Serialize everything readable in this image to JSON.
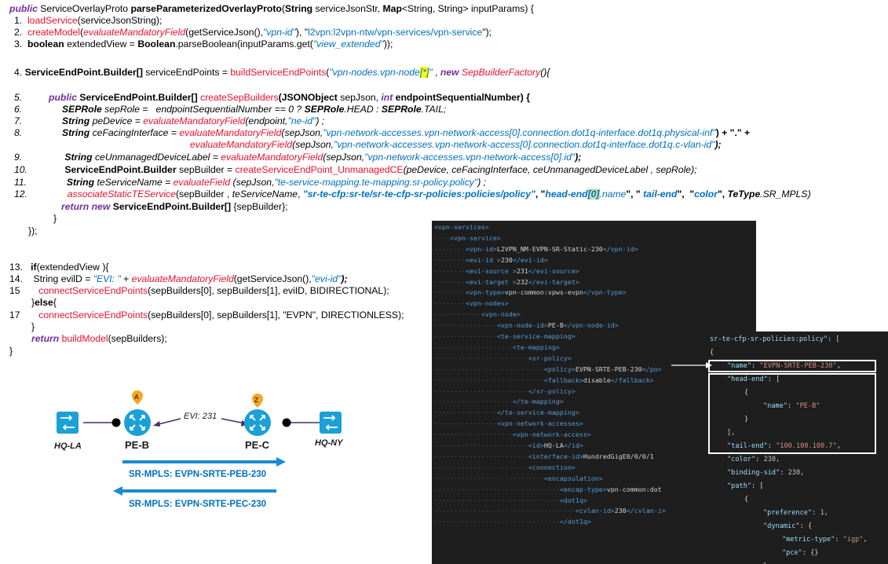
{
  "code": {
    "signature": {
      "public": "public",
      "ret": "ServiceOverlayProto",
      "name": "parseParameterizedOverlayProto",
      "open": "(",
      "t1": "String",
      "p1": " serviceJsonStr, ",
      "t2": "Map",
      "p2": "<String, String> inputParams) {"
    },
    "l1": {
      "num": "1.",
      "fn": "loadService",
      "rest": "(serviceJsonString);"
    },
    "l2": {
      "num": "2.",
      "fn": "createModel",
      "open": "(",
      "fn2": "evaluateMandatoryField",
      "args": "(getServiceJson(),",
      "s1": "\"vpn-id\"",
      "comma": "), \"",
      "s2": "l2vpn:l2vpn-ntw/vpn-services/vpn-service",
      "end": "\");"
    },
    "l3": {
      "num": "3.",
      "t": "boolean",
      "mid": " extendedView = ",
      "t2": "Boolean",
      "rest": ".parseBoolean(inputParams.get(",
      "s": "\"view_extended\"",
      "end": "));"
    },
    "l4": {
      "num": "4.",
      "t": "ServiceEndPoint.Builder[]",
      "mid": " serviceEndPoints = ",
      "fn": "buildServiceEndPoints",
      "open": "(",
      "s": "\"vpn-nodes.vpn-node",
      "hl": "[*]",
      "s2": "\"",
      "comma": " , ",
      "kw": "new",
      "fn2": "SepBuilderFactory",
      "end": "(){"
    },
    "l5": {
      "num": "5.",
      "kw": "public",
      "t": " ServiceEndPoint.Builder[]",
      "fn": "createSepBuilders",
      "args": "(JSONObject",
      " sep": " sepJson, ",
      "kw2": "int",
      "end": " endpointSequentialNumber) {"
    },
    "l6": {
      "num": "6.",
      "t": "SEPRole",
      "rest": " sepRole =   endpointSequentialNumber == 0 ? ",
      "t2": "SEPRole",
      "r2": ".HEAD : ",
      "t3": "SEPRole",
      "r3": ".TAIL;"
    },
    "l7": {
      "num": "7.",
      "t": "String",
      "rest": " peDevice = ",
      "fn": "evaluateMandatoryField",
      "args": "(endpoint,",
      "s": "\"ne-id\"",
      "end": ") ;"
    },
    "l8": {
      "num": "8.",
      "t": "String",
      "rest": " ceFacingInterface = ",
      "fn": "evaluateMandatoryField",
      "args": "(sepJson,",
      "s": "\"vpn-network-accesses.vpn-network-access[0].connection.dot1q-interface.dot1q.physical-inf\"",
      "end": ") + \".\" +"
    },
    "l8b": {
      "fn": "evaluateMandatoryField",
      "args": "(sepJson,",
      "s": "\"vpn-network-accesses.vpn-network-access[0].connection.dot1q-interface.dot1q.c-vlan-id\"",
      "end": ");"
    },
    "l9": {
      "num": "9.",
      "t": "String",
      "rest": " ceUnmanagedDeviceLabel = ",
      "fn": "evaluateMandatoryField",
      "args": "(sepJson,",
      "s": "\"vpn-network-accesses.vpn-network-access[0].id\"",
      "end": ");"
    },
    "l10": {
      "num": "10.",
      "t": "ServiceEndPoint.Builder",
      "rest": " sepBuilder = ",
      "fn": "createServiceEndPoint_UnmanagedCE",
      "end": "(peDevice, ceFacingInterface, ceUnmanagedDeviceLabel , sepRole);"
    },
    "l11": {
      "num": "11.",
      "t": "String",
      "rest": " teServiceName = ",
      "fn": "evaluateField",
      "args": " (sepJson,",
      "s": "\"te-service-mapping.te-mapping.sr-policy.policy\"",
      "end": ") ;"
    },
    "l12": {
      "num": "12.",
      "fn": "associateStaticTEService",
      "args": "(sepBuilder , ",
      "p": "teServiceName",
      "c": ", ",
      "s": "\"sr-te-cfp:sr-te/sr-te-cfp-sr-policies:policies/policy\"",
      "c2": ", \"",
      "s2a": "head-end",
      "hl": "[0]",
      "s2b": ".name",
      "c3": "\", \" ",
      "s3": "tail-end",
      "c4": "\",  \"",
      "s4": "color",
      "c5": "\", ",
      "t": "TeType",
      "end": ".SR_MPLS)"
    },
    "ret": {
      "kw": "return",
      "kw2": "new",
      "t": "ServiceEndPoint.Builder[]",
      "end": " {sepBuilder};"
    },
    "close1": "}",
    "close2": "});",
    "l13": {
      "num": "13.",
      "kw": "if",
      "rest": "(extendedView ){"
    },
    "l14": {
      "num": "14.",
      "rest": "String evilD = ",
      "s": "\"EVI: \"",
      "plus": " + ",
      "fn": "evaluateMandatoryField",
      "args": "(getServiceJson(),",
      "s2": "\"evi-id\"",
      "end": ");"
    },
    "l15": {
      "num": "15",
      "fn": "connectServiceEndPoints",
      "end": "(sepBuilders[0], sepBuilders[1], eviID, BIDIRECTIONAL);"
    },
    "l16": {
      "b1": "}",
      "kw": "else",
      "b2": "{"
    },
    "l17": {
      "num": "17",
      "fn": "connectServiceEndPoints",
      "end": "(sepBuilders[0], sepBuilders[1], \"EVPN\", DIRECTIONLESS);"
    },
    "close3": "}",
    "retline": {
      "kw": "return",
      "fn": "buildModel",
      "end": "(sepBuilders);"
    },
    "close4": "}"
  },
  "xml": [
    {
      "i": 0,
      "open": "vpn-services",
      "val": "",
      "close": ""
    },
    {
      "i": 1,
      "open": "vpn-service",
      "val": "",
      "close": ""
    },
    {
      "i": 2,
      "open": "vpn-id",
      "val": "L2VPN_NM-EVPN-SR-Static-230",
      "close": "vpn-id"
    },
    {
      "i": 2,
      "open": "evi-id ",
      "val": "230",
      "close": "evi-id"
    },
    {
      "i": 2,
      "open": "evi-source ",
      "val": "231",
      "close": "evi-source"
    },
    {
      "i": 2,
      "open": "evi-target ",
      "val": "232",
      "close": "evi-target"
    },
    {
      "i": 2,
      "open": "vpn-type",
      "val": "vpn-common:vpws-evpn",
      "close": "vpn-type"
    },
    {
      "i": 2,
      "open": "vpn-nodes",
      "val": "",
      "close": ""
    },
    {
      "i": 3,
      "open": "vpn-node",
      "val": "",
      "close": ""
    },
    {
      "i": 4,
      "open": "vpn-node-id",
      "val": "PE-B",
      "close": "vpn-node-id"
    },
    {
      "i": 4,
      "open": "te-service-mapping",
      "val": "",
      "close": ""
    },
    {
      "i": 5,
      "open": "te-mapping",
      "val": "",
      "close": ""
    },
    {
      "i": 6,
      "open": "sr-policy",
      "val": "",
      "close": ""
    },
    {
      "i": 7,
      "open": "policy",
      "val": "EVPN-SRTE-PEB-230",
      "close": "po"
    },
    {
      "i": 7,
      "open": "fallback",
      "val": "disable",
      "close": "fallback"
    },
    {
      "i": 6,
      "open": "",
      "val": "",
      "close": "sr-policy"
    },
    {
      "i": 5,
      "open": "",
      "val": "",
      "close": "te-mapping"
    },
    {
      "i": 4,
      "open": "",
      "val": "",
      "close": "te-service-mapping"
    },
    {
      "i": 4,
      "open": "vpn-network-accesses",
      "val": "",
      "close": ""
    },
    {
      "i": 5,
      "open": "vpn-network-access",
      "val": "",
      "close": ""
    },
    {
      "i": 6,
      "open": "id",
      "val": "HQ-LA",
      "close": "id"
    },
    {
      "i": 6,
      "open": "interface-id",
      "val": "HundredGigE0/0/0/1",
      "close": ""
    },
    {
      "i": 6,
      "open": "connection",
      "val": "",
      "close": ""
    },
    {
      "i": 7,
      "open": "encapsulation",
      "val": "",
      "close": ""
    },
    {
      "i": 8,
      "open": "encap-type",
      "val": "vpn-common:dot",
      "close": ""
    },
    {
      "i": 8,
      "open": "dot1q",
      "val": "",
      "close": ""
    },
    {
      "i": 9,
      "open": "cvlan-id",
      "val": "230",
      "close": "cvlan-i"
    },
    {
      "i": 8,
      "open": "",
      "val": "",
      "close": "dot1q"
    }
  ],
  "json_panel": {
    "l0": "sr-te-cfp-sr-policies:policy\": [",
    "l1": "{",
    "name_key": "\"name\"",
    "name_val": "\"EVPN-SRTE-PEB-230\"",
    "head_key": "\"head-end\"",
    "open_arr": "[",
    "open_obj": "{",
    "inner_name_key": "\"name\"",
    "inner_name_val": "\"PE-B\"",
    "close_obj": "}",
    "close_arr": "],",
    "tail_key": "\"tail-end\"",
    "tail_val": "\"100.100.100.7\"",
    "color_key": "\"color\"",
    "color_val": "230",
    "bsid_key": "\"binding-sid\"",
    "bsid_val": "230",
    "path_key": "\"path\"",
    "pref_key": "\"preference\"",
    "pref_val": "1",
    "dyn_key": "\"dynamic\"",
    "metric_key": "\"metric-type\"",
    "metric_val": "\"igp\"",
    "pce_key": "\"pce\"",
    "pce_val": "{}",
    "close_inner": "}",
    "close_last": "}"
  },
  "topology": {
    "hq_la": "HQ-LA",
    "hq_ny": "HQ-NY",
    "pe_b": "PE-B",
    "pe_c": "PE-C",
    "badge_a": "A",
    "badge_z": "Z",
    "evi": "EVI: 231",
    "sr1": "SR-MPLS: EVPN-SRTE-PEB-230",
    "sr2": "SR-MPLS: EVPN-SRTE-PEC-230"
  },
  "colors": {
    "code_red": "#e8112d",
    "code_blue": "#0070c0",
    "keyword": "#7030a0",
    "router": "#1ba0d7",
    "badge": "#f5a623",
    "arrow": "#1a8bd4"
  }
}
